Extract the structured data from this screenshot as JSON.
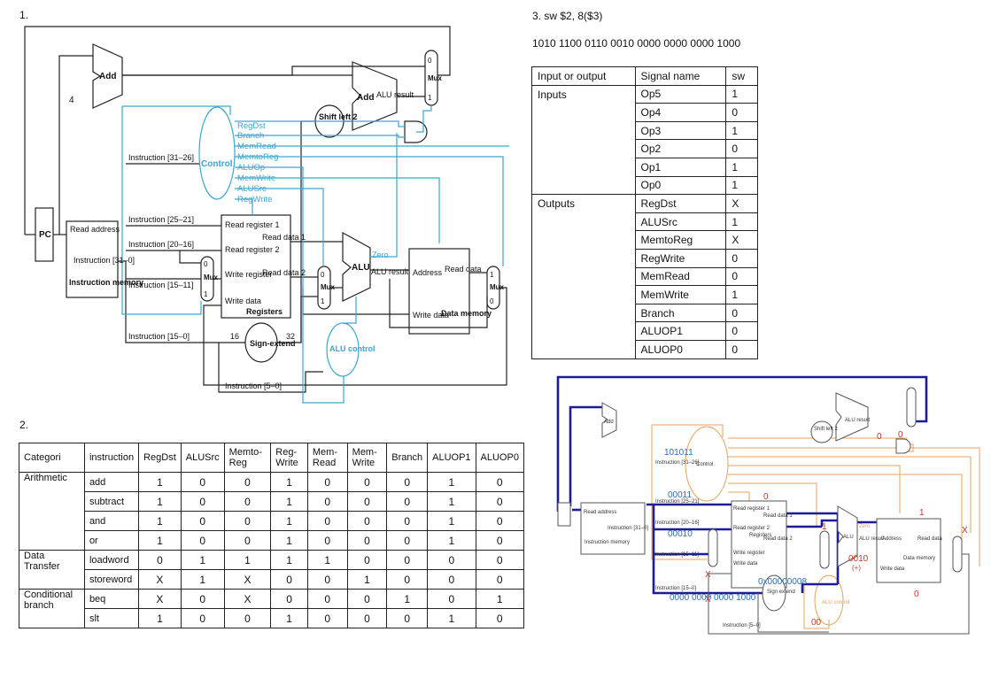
{
  "section1": {
    "number": "1."
  },
  "section2": {
    "number": "2.",
    "headers": [
      "Categori",
      "instruction",
      "RegDst",
      "ALUSrc",
      "Memto-Reg",
      "Reg-Write",
      "Mem-Read",
      "Mem-Write",
      "Branch",
      "ALUOP1",
      "ALUOP0"
    ],
    "groups": [
      {
        "category": "Arithmetic",
        "rows": [
          {
            "instruction": "add",
            "values": [
              "1",
              "0",
              "0",
              "1",
              "0",
              "0",
              "0",
              "1",
              "0"
            ]
          },
          {
            "instruction": "subtract",
            "values": [
              "1",
              "0",
              "0",
              "1",
              "0",
              "0",
              "0",
              "1",
              "0"
            ]
          },
          {
            "instruction": "and",
            "values": [
              "1",
              "0",
              "0",
              "1",
              "0",
              "0",
              "0",
              "1",
              "0"
            ]
          },
          {
            "instruction": "or",
            "values": [
              "1",
              "0",
              "0",
              "1",
              "0",
              "0",
              "0",
              "1",
              "0"
            ]
          }
        ]
      },
      {
        "category": "Data Transfer",
        "rows": [
          {
            "instruction": "loadword",
            "values": [
              "0",
              "1",
              "1",
              "1",
              "1",
              "0",
              "0",
              "0",
              "0"
            ]
          },
          {
            "instruction": "storeword",
            "values": [
              "X",
              "1",
              "X",
              "0",
              "0",
              "1",
              "0",
              "0",
              "0"
            ]
          }
        ]
      },
      {
        "category": "Conditional branch",
        "rows": [
          {
            "instruction": "beq",
            "values": [
              "X",
              "0",
              "X",
              "0",
              "0",
              "0",
              "1",
              "0",
              "1"
            ]
          },
          {
            "instruction": "slt",
            "values": [
              "1",
              "0",
              "0",
              "1",
              "0",
              "0",
              "0",
              "1",
              "0"
            ]
          }
        ]
      }
    ]
  },
  "section3": {
    "title": "3. sw $2, 8($3)",
    "binary": "1010 1100 0110 0010 0000 0000 0000 1000",
    "headers": [
      "Input or output",
      "Signal name",
      "sw"
    ],
    "inputs_label": "Inputs",
    "outputs_label": "Outputs",
    "inputs": [
      [
        "Op5",
        "1"
      ],
      [
        "Op4",
        "0"
      ],
      [
        "Op3",
        "1"
      ],
      [
        "Op2",
        "0"
      ],
      [
        "Op1",
        "1"
      ],
      [
        "Op0",
        "1"
      ]
    ],
    "outputs": [
      [
        "RegDst",
        "X"
      ],
      [
        "ALUSrc",
        "1"
      ],
      [
        "MemtoReg",
        "X"
      ],
      [
        "RegWrite",
        "0"
      ],
      [
        "MemRead",
        "0"
      ],
      [
        "MemWrite",
        "1"
      ],
      [
        "Branch",
        "0"
      ],
      [
        "ALUOP1",
        "0"
      ],
      [
        "ALUOP0",
        "0"
      ]
    ]
  },
  "diagram1": {
    "pc": "PC",
    "add": "Add",
    "four": "4",
    "add_alu": "Add",
    "alu_result": "ALU result",
    "shift": "Shift left 2",
    "control": "Control",
    "control_signals": [
      "RegDst",
      "Branch",
      "MemRead",
      "MemtoReg",
      "ALUOp",
      "MemWrite",
      "ALUSrc",
      "RegWrite"
    ],
    "imem_read": "Read address",
    "imem_instr": "Instruction [31–0]",
    "imem_title": "Instruction memory",
    "instr_fields": [
      "Instruction [31–26]",
      "Instruction [25–21]",
      "Instruction [20–16]",
      "Instruction [15–11]",
      "Instruction [15–0]",
      "Instruction [5–0]"
    ],
    "reg_ports": [
      "Read register 1",
      "Read register 2",
      "Write register",
      "Write data"
    ],
    "reg_outs": [
      "Read data 1",
      "Read data 2"
    ],
    "reg_title": "Registers",
    "alu": "ALU",
    "zero": "Zero",
    "alu_res": "ALU result",
    "dmem_addr": "Address",
    "dmem_read": "Read data",
    "dmem_write": "Write data",
    "dmem_title": "Data memory",
    "sign": "Sign-extend",
    "bits16": "16",
    "bits32": "32",
    "aluctrl": "ALU control",
    "mux": "Mux",
    "mux0": "0",
    "mux1": "1"
  },
  "diagram2": {
    "opcode": "101011",
    "rs": "00011",
    "rt": "00010",
    "imm": "0000 0000 0000 1000",
    "signext": "0x00000008",
    "aluop": "0010",
    "plus": "(+)",
    "aluctl": "00",
    "bit0": "0",
    "bit1": "1",
    "x": "X",
    "labels": [
      "Add",
      "ALU result",
      "Shift left 2",
      "Read address",
      "Instruction [31–0]",
      "Instruction memory",
      "Control",
      "Read register 1",
      "Read register 2",
      "Registers",
      "Read data 1",
      "Read data 2",
      "Write register",
      "Write data",
      "Address",
      "Read data",
      "Data memory",
      "Write data",
      "ALU",
      "Zero",
      "ALU result",
      "Sign extend",
      "ALU control",
      "Instruction [31–26]",
      "Instruction [25–21]",
      "Instruction [20–16]",
      "Instruction [15–11]",
      "Instruction [15–0]",
      "Instruction [5–0]"
    ]
  }
}
